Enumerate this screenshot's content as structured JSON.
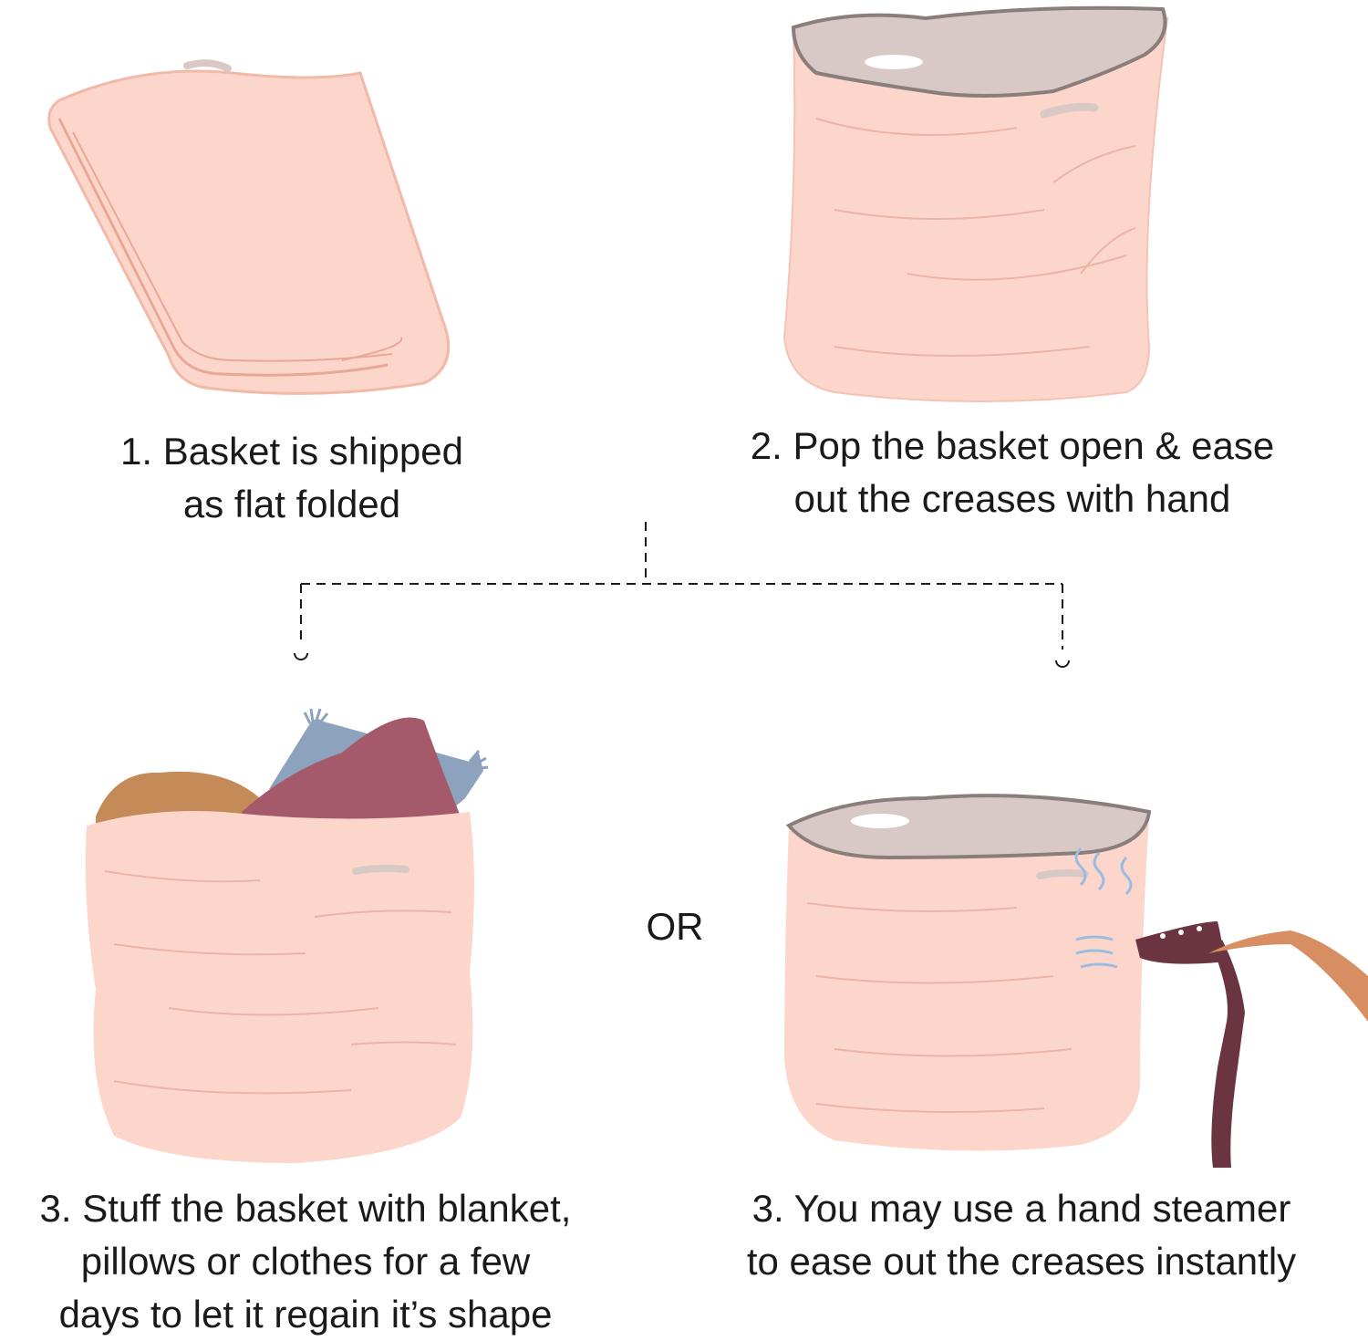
{
  "steps": {
    "step1": {
      "line1": "1. Basket is shipped",
      "line2": "as flat folded"
    },
    "step2": {
      "line1": "2. Pop the basket open & ease",
      "line2": "out the creases with hand"
    },
    "step3a": {
      "line1": "3. Stuff the basket with blanket,",
      "line2": "pillows or clothes for a few",
      "line3": "days to let it regain it’s shape"
    },
    "step3b": {
      "line1": "3. You may use a hand steamer",
      "line2": "to ease out the creases instantly"
    }
  },
  "or_label": "OR",
  "colors": {
    "basket_pink": "#fcd6cb",
    "basket_outline": "#e9a897",
    "basket_inner": "#d9c9c6",
    "blanket_brown": "#c48a58",
    "blanket_maroon": "#a45a6a",
    "pillow_blue": "#8da3bd",
    "steamer": "#6a3440",
    "hand": "#d78e62",
    "steam": "#9bbbe0",
    "connector": "#1a1a1a"
  },
  "icons": {
    "step1": "folded-basket-icon",
    "step2": "open-basket-icon",
    "step3a": "stuffed-basket-icon",
    "step3b": "steamer-basket-icon"
  }
}
